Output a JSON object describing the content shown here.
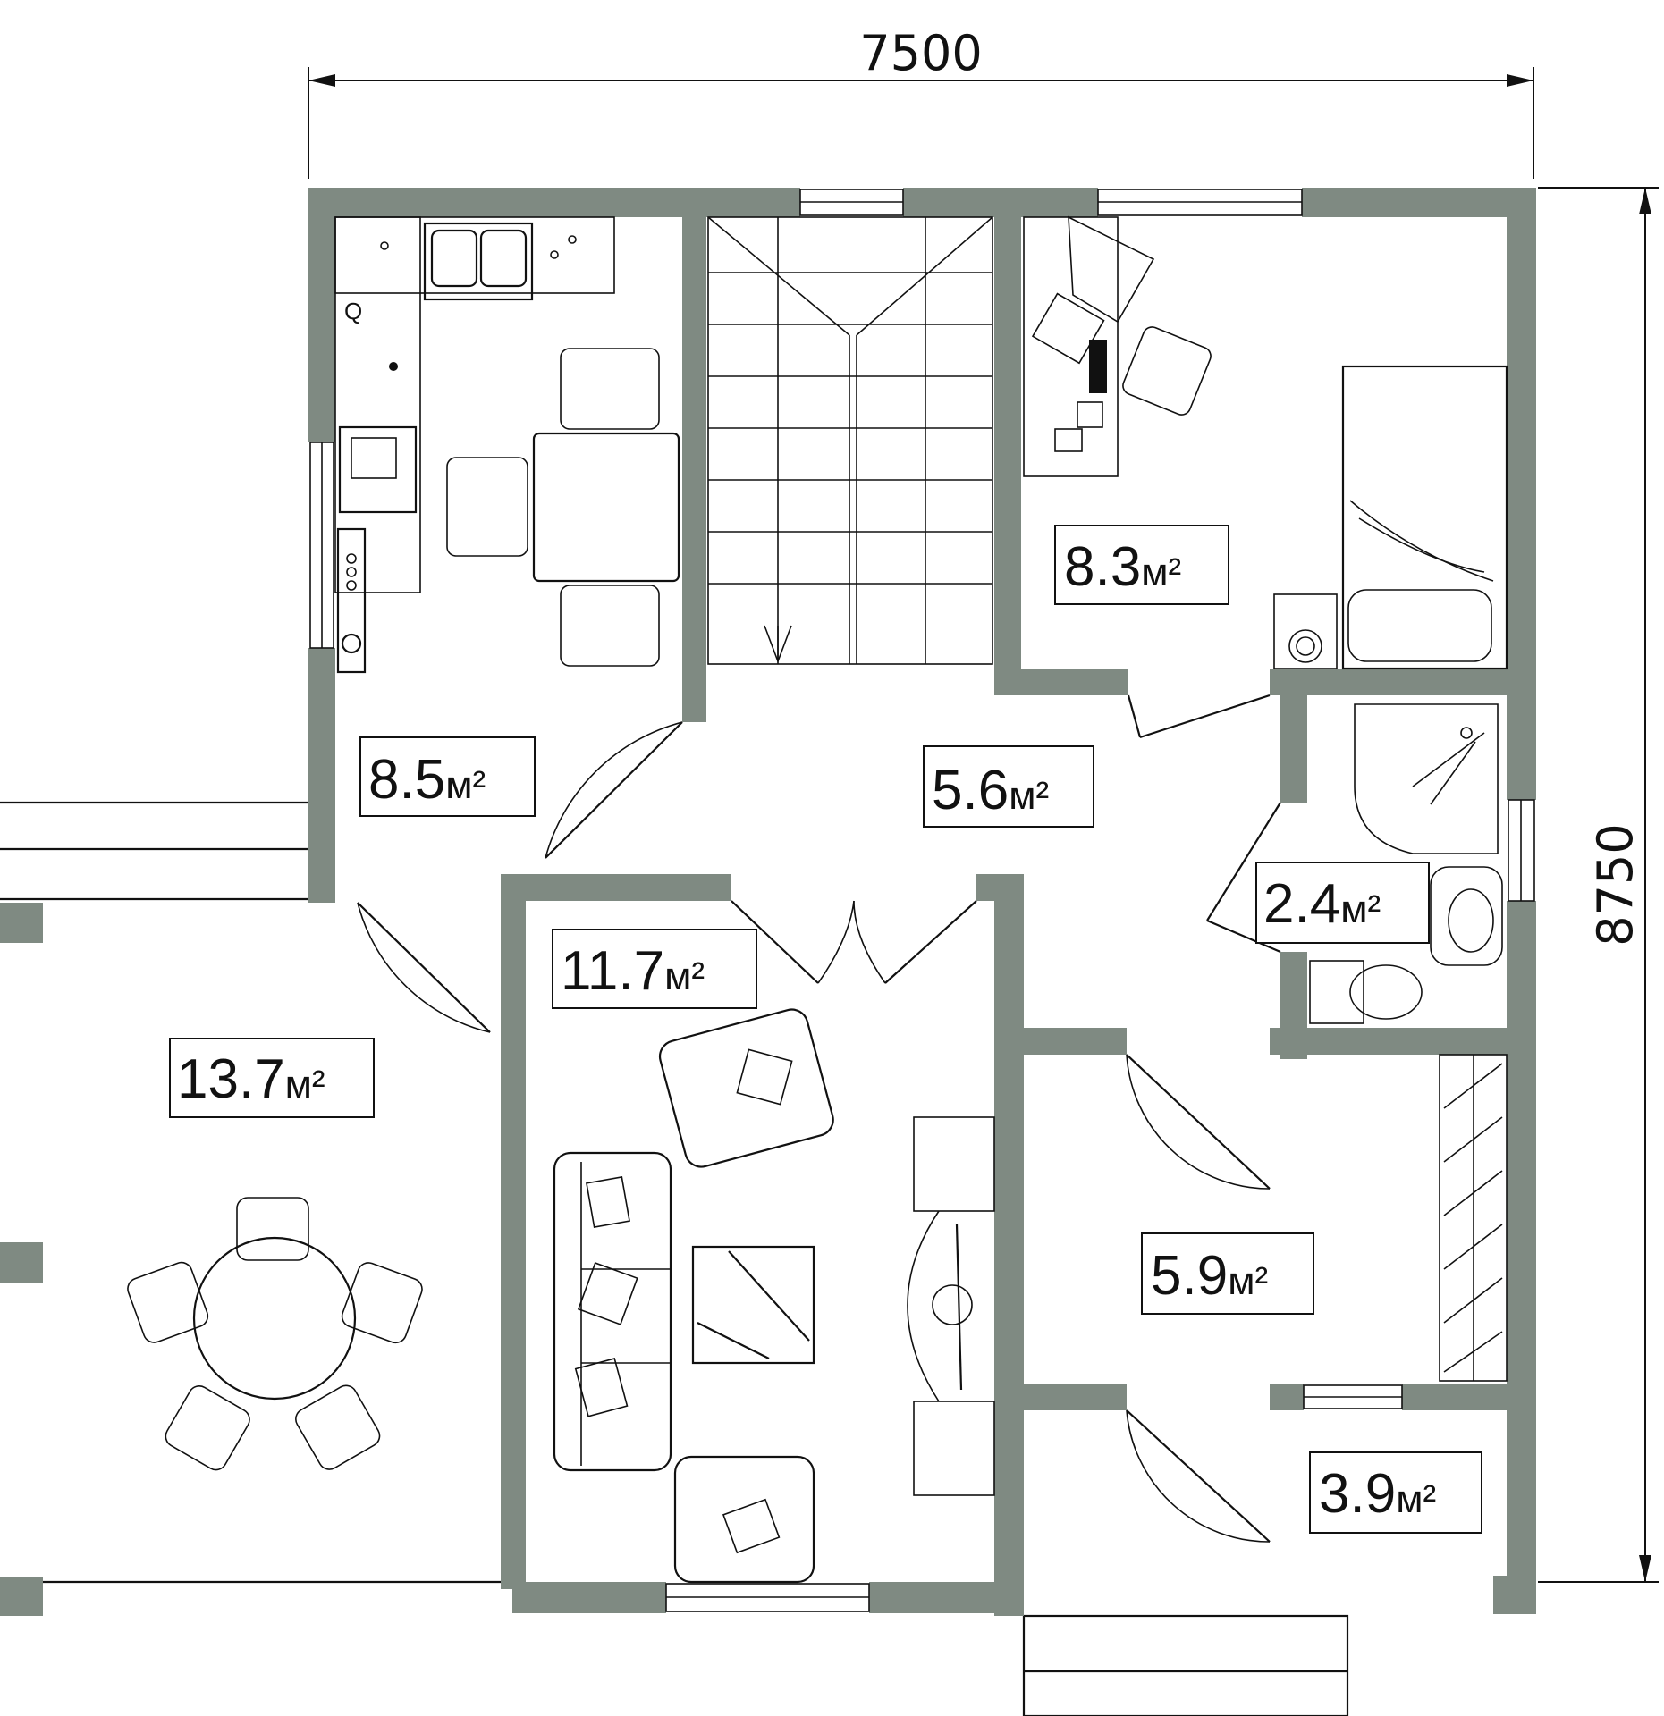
{
  "dimensions": {
    "width_label": "7500",
    "height_label": "8750"
  },
  "unit": "м²",
  "rooms": [
    {
      "id": "kitchen",
      "area": "8.5"
    },
    {
      "id": "hall",
      "area": "5.6"
    },
    {
      "id": "bedroom",
      "area": "8.3"
    },
    {
      "id": "bathroom",
      "area": "2.4"
    },
    {
      "id": "living",
      "area": "11.7"
    },
    {
      "id": "terrace",
      "area": "13.7"
    },
    {
      "id": "corridor",
      "area": "5.9"
    },
    {
      "id": "entrance",
      "area": "3.9"
    }
  ],
  "colors": {
    "wall": "#7f8a82",
    "line": "#111111"
  }
}
